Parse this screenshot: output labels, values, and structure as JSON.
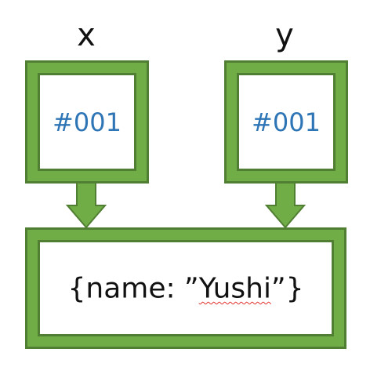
{
  "variables": [
    {
      "name": "x",
      "reference": "#001"
    },
    {
      "name": "y",
      "reference": "#001"
    }
  ],
  "object": {
    "prefix": "{name: ”",
    "value": "Yushi",
    "suffix": "”}"
  },
  "colors": {
    "box_fill": "#70AD47",
    "box_stroke": "#507E32",
    "reference_text": "#2E75B6",
    "spellcheck_underline": "#E0312D"
  }
}
